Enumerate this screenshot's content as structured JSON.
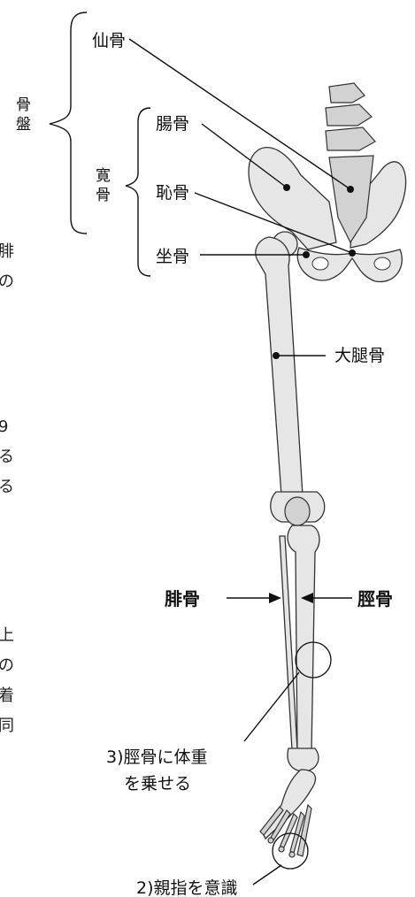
{
  "pelvis_label": [
    "骨",
    "盤"
  ],
  "hip_bone_label": [
    "寛",
    "骨"
  ],
  "labels": {
    "sacrum": "仙骨",
    "ilium": "腸骨",
    "pubis": "恥骨",
    "ischium": "坐骨",
    "femur": "大腿骨",
    "fibula": "腓骨",
    "tibia": "脛骨"
  },
  "notes": {
    "note3_line1": "3)脛骨に体重",
    "note3_line2": "を乗せる",
    "note2": "2)親指を意識"
  },
  "left_edge_fragments": [
    "腓",
    "の",
    "9",
    "る",
    "る",
    "上",
    "の",
    "着",
    "同"
  ]
}
